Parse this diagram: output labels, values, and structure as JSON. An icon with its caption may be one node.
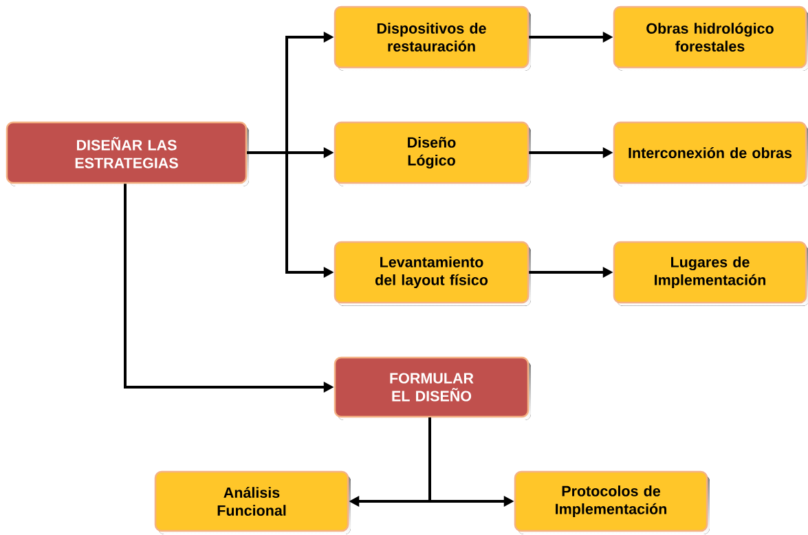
{
  "diagram": {
    "nodes": [
      {
        "text": [
          "DISEÑAR LAS ESTRATEGIAS"
        ]
      },
      {
        "text": [
          "Dispositivos de restauración"
        ]
      },
      {
        "text": [
          "Obras hidrológico forestales"
        ]
      },
      {
        "text": [
          "Diseño Lógico"
        ]
      },
      {
        "text": [
          "Interconexión de obras"
        ]
      },
      {
        "text": [
          "Levantamiento del layout físico"
        ]
      },
      {
        "text": [
          "Lugares de Implementación"
        ]
      },
      {
        "text": [
          "FORMULAR EL DISEÑO"
        ]
      },
      {
        "text": [
          "Análisis Funcional"
        ]
      },
      {
        "text": [
          "Protocolos de Implementación"
        ]
      }
    ],
    "edges": [
      {
        "from": 0,
        "to": 1,
        "arrow": "to"
      },
      {
        "from": 0,
        "to": 3,
        "arrow": "to"
      },
      {
        "from": 0,
        "to": 5,
        "arrow": "to"
      },
      {
        "from": 1,
        "to": 2,
        "arrow": "to"
      },
      {
        "from": 3,
        "to": 4,
        "arrow": "to"
      },
      {
        "from": 5,
        "to": 6,
        "arrow": "to"
      },
      {
        "from": 0,
        "to": 7,
        "arrow": "to"
      },
      {
        "from": 7,
        "to": 8,
        "arrow": "to"
      },
      {
        "from": 7,
        "to": 9,
        "arrow": "to"
      }
    ]
  }
}
